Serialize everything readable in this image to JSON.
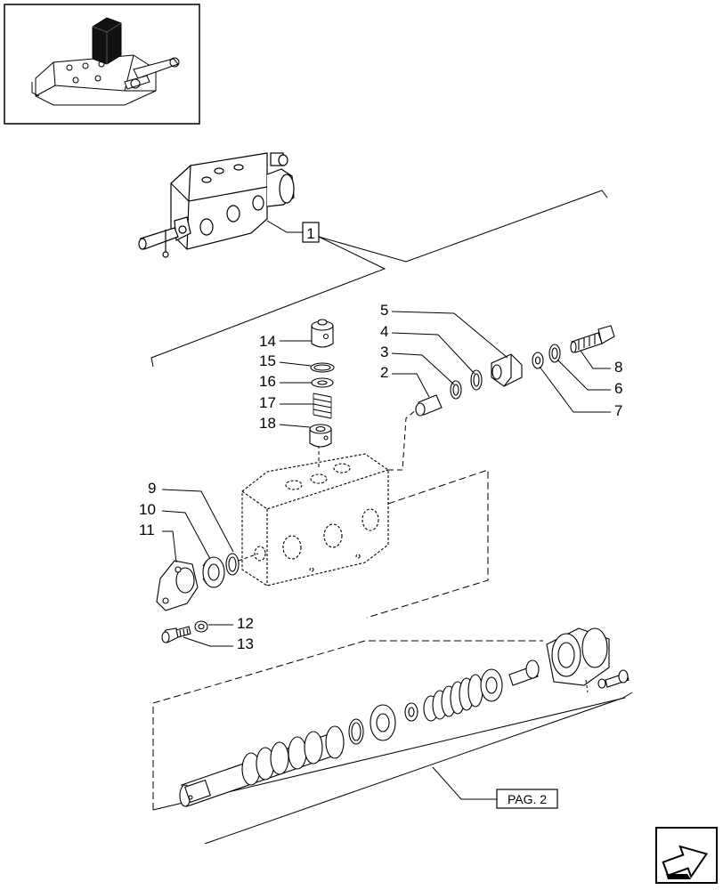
{
  "callouts": {
    "c1": "1",
    "c2": "2",
    "c3": "3",
    "c4": "4",
    "c5": "5",
    "c6": "6",
    "c7": "7",
    "c8": "8",
    "c9": "9",
    "c10": "10",
    "c11": "11",
    "c12": "12",
    "c13": "13",
    "c14": "14",
    "c15": "15",
    "c16": "16",
    "c17": "17",
    "c18": "18"
  },
  "page_ref": "PAG. 2",
  "icons": {
    "thumbnail": "tractor-lift-cover-thumbnail",
    "next_page": "next-page-arrow-icon"
  }
}
